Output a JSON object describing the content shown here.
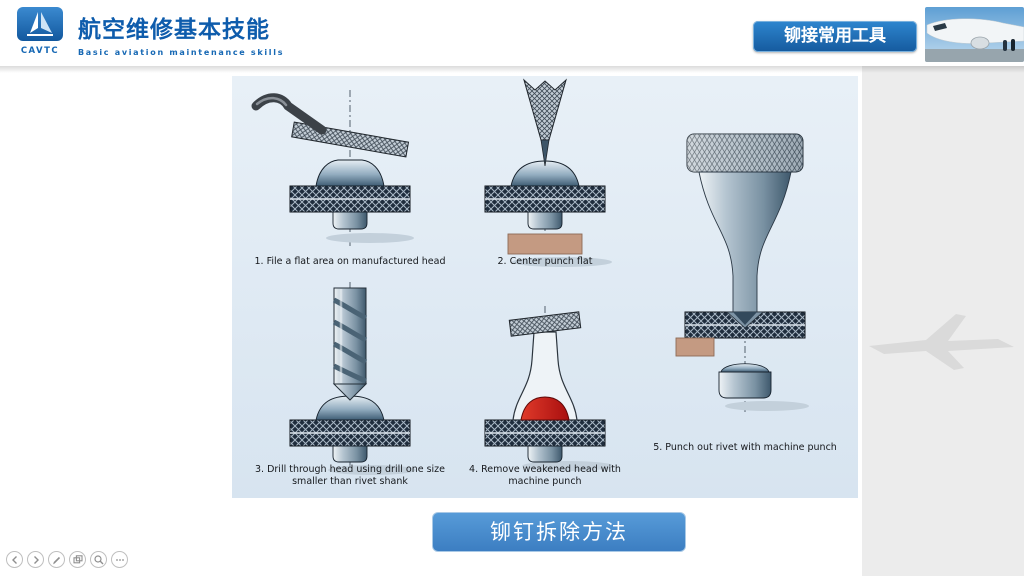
{
  "header": {
    "logo_acronym": "CAVTC",
    "title_cn": "航空维修基本技能",
    "title_en": "Basic aviation maintenance skills",
    "badge_label": "铆接常用工具"
  },
  "diagram": {
    "background": "#dde8f2",
    "captions": {
      "step1": "1. File a flat area on manufactured head",
      "step2": "2. Center punch flat",
      "step3": "3. Drill through head using drill one size smaller than rivet shank",
      "step4": "4. Remove weakened head with machine punch",
      "step5": "5. Punch out rivet with machine punch"
    }
  },
  "footer": {
    "button_label": "铆钉拆除方法"
  },
  "player_controls": {
    "buttons": [
      "previous",
      "next",
      "pen",
      "slides",
      "zoom",
      "more"
    ]
  },
  "colors": {
    "title_blue": "#0e5cac",
    "badge_blue": "#1d6ab3",
    "button_blue": "#4489cb",
    "plate_dark": "#1f2d3d",
    "highlight_red": "#c41414",
    "block_tan": "#c49a82",
    "gray_band": "#ececec"
  }
}
